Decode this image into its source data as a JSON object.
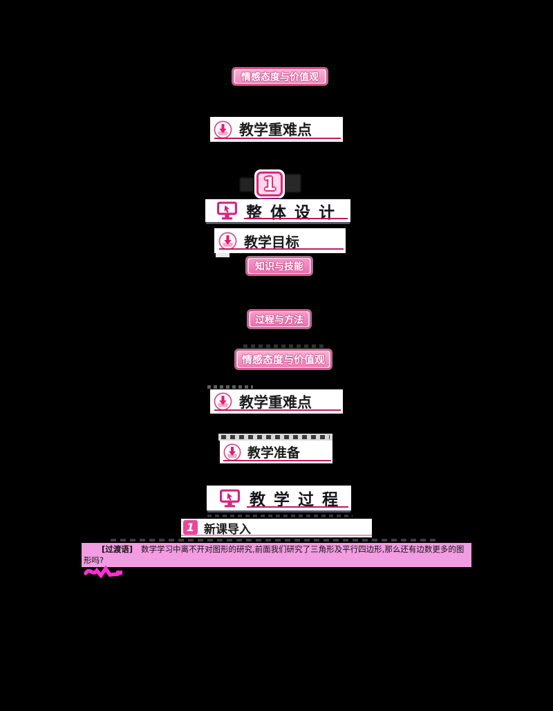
{
  "colors": {
    "background": "#000000",
    "magenta_icon": "#d6217e",
    "underline_crimson": "#c2185b",
    "badge_border": "#d5538f",
    "badge_bg": "#f6c3da",
    "badge_inner": "#ec6fae",
    "chapter_border": "#e0247e",
    "purple_tab": "#8e2f9e",
    "intro_square_pink": "#e8479a",
    "intro_underline": "#f38fb6",
    "paragraph_bg": "#f29ce2",
    "scribble_magenta": "#ff2fd0"
  },
  "badges": {
    "top": "情感态度与价值观",
    "knowledge": "知识与技能",
    "process": "过程与方法",
    "emotion": "情感态度与价值观"
  },
  "bars": {
    "key_points_1": "教学重难点",
    "objectives": "教学目标",
    "key_points_2": "教学重难点",
    "preparation": "教学准备"
  },
  "headings": {
    "chapter_number": "1",
    "overall_design": "整体设计",
    "teaching_process": "教学过程"
  },
  "lesson_intro": {
    "number": "1",
    "label": "新课导入"
  },
  "paragraph": {
    "tag": "[过渡语]",
    "text": "数学学习中离不开对图形的研究,前面我们研究了三角形及平行四边形,那么还有边数更多的图形吗?"
  }
}
